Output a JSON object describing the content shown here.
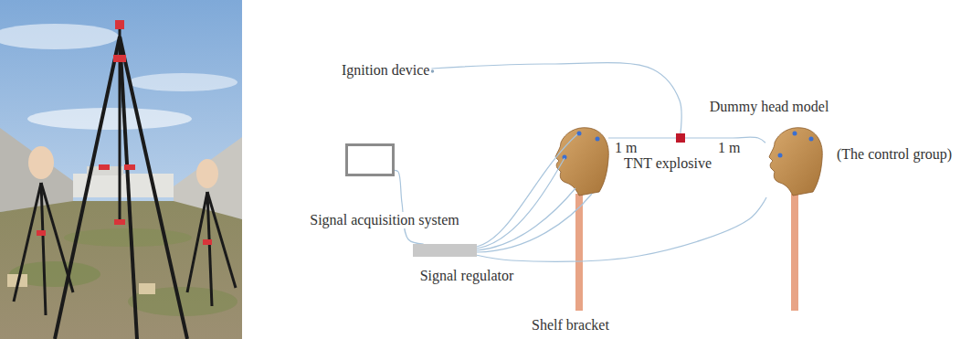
{
  "diagram": {
    "nodes": [
      {
        "text": [
          "Ignition device"
        ]
      },
      {
        "text": [
          "TNT explosive"
        ]
      },
      {
        "text": [
          "Dummy head model",
          "(The control group)"
        ]
      },
      {
        "text": [
          "Signal acquisition system"
        ]
      },
      {
        "text": [
          "Signal regulator"
        ]
      }
    ],
    "edges": [
      {
        "from": 0,
        "to": 1,
        "arrow": "none"
      },
      {
        "from": 1,
        "to": 2,
        "arrow": "none"
      },
      {
        "from": 4,
        "to": 3,
        "arrow": "none"
      },
      {
        "from": 4,
        "to": 2,
        "arrow": "none"
      }
    ],
    "labels": [
      "1 m",
      "1 m",
      "Shelf bracket"
    ]
  }
}
